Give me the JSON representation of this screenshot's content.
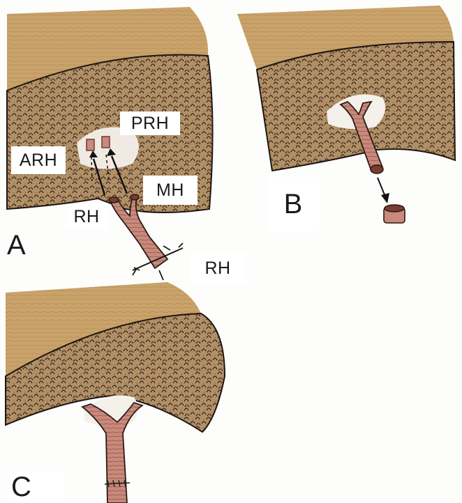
{
  "panels": {
    "a": {
      "letter": "A",
      "labels": {
        "prh": "PRH",
        "arh": "ARH",
        "mh": "MH",
        "rh_upper": "RH",
        "rh_lower": "RH"
      }
    },
    "b": {
      "letter": "B"
    },
    "c": {
      "letter": "C"
    }
  },
  "colors": {
    "liver_capsule": "#c9a36a",
    "parenchyma": "#9a7a55",
    "lobule_ink": "#3a2a1e",
    "vessel": "#c98a7c",
    "vessel_stripe": "#8e5148",
    "hilum_plate": "#f4f0ea",
    "background": "#fdfdfc"
  }
}
